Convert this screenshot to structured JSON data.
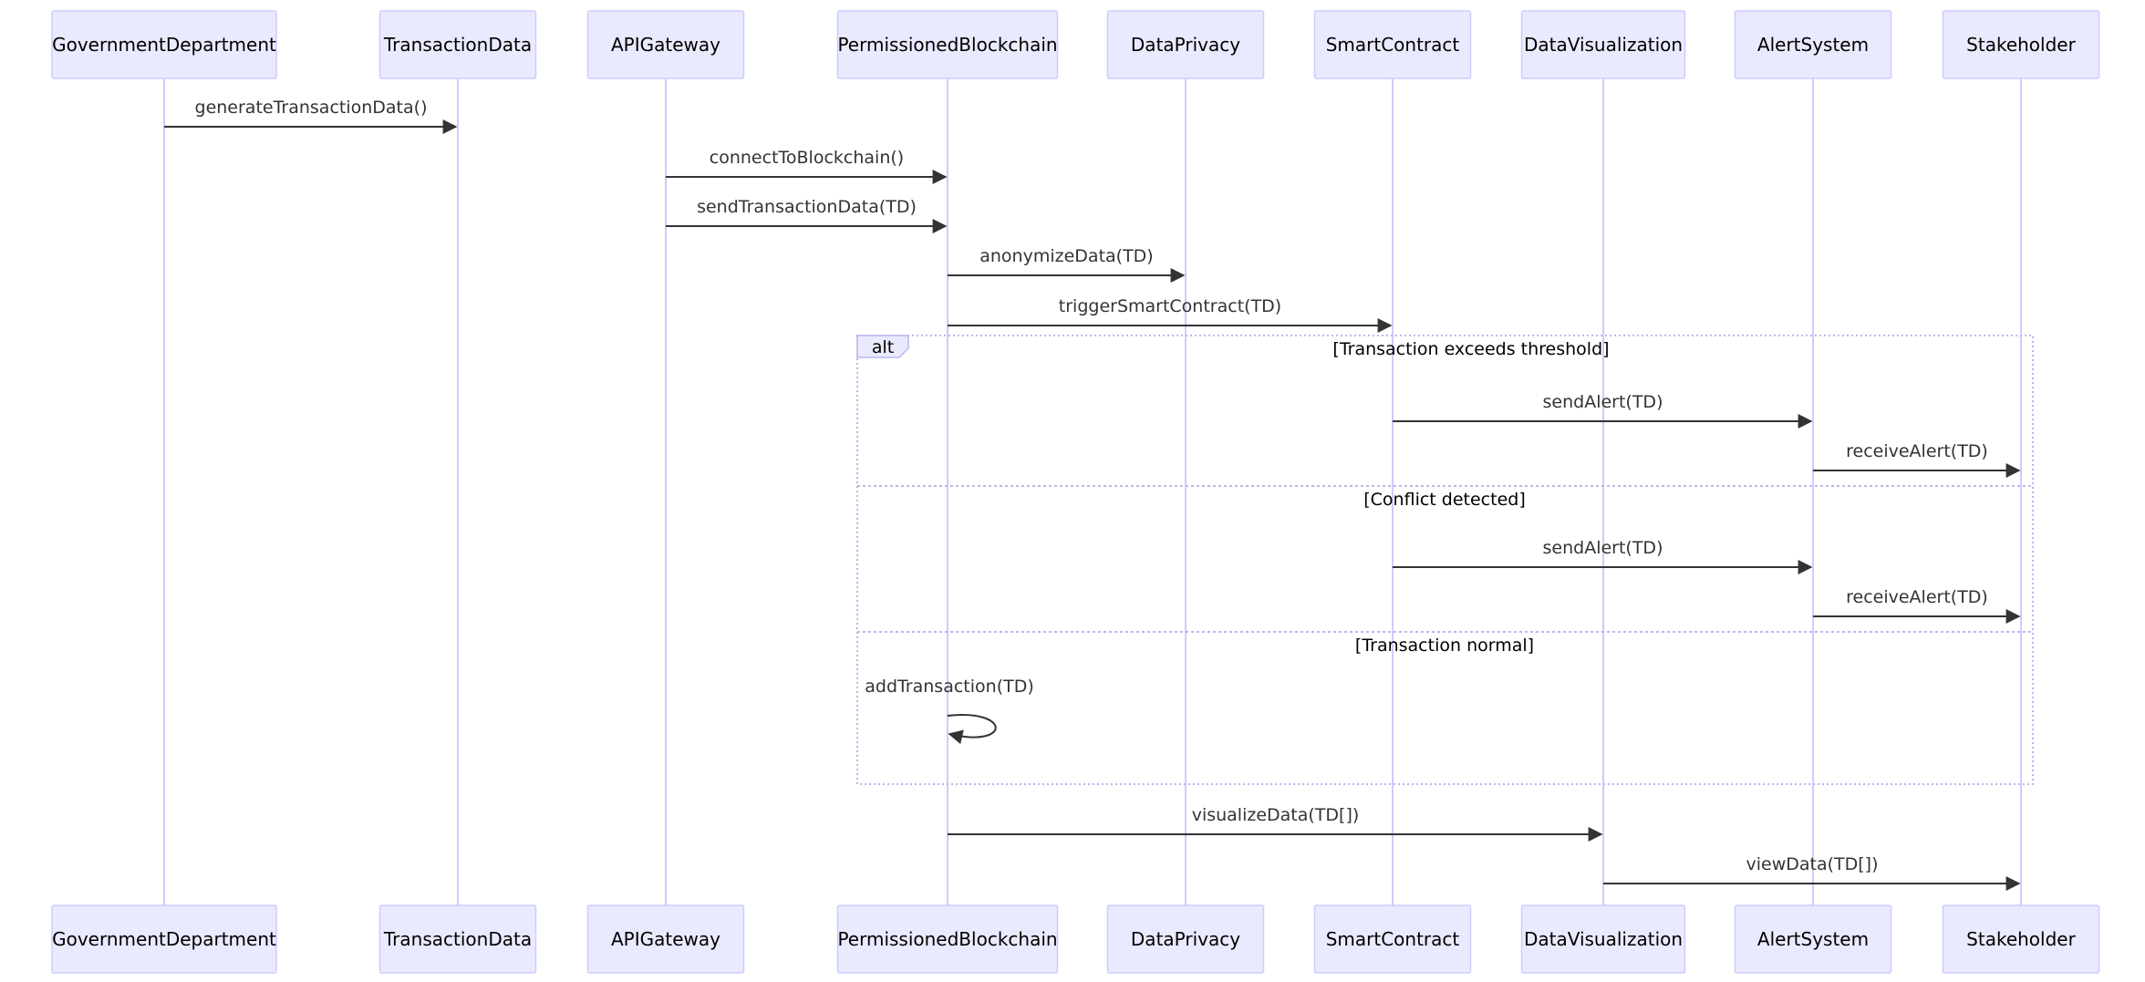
{
  "participants": [
    "GovernmentDepartment",
    "TransactionData",
    "APIGateway",
    "PermissionedBlockchain",
    "DataPrivacy",
    "SmartContract",
    "DataVisualization",
    "AlertSystem",
    "Stakeholder"
  ],
  "messages": [
    {
      "from": "GovernmentDepartment",
      "to": "TransactionData",
      "label": "generateTransactionData()"
    },
    {
      "from": "APIGateway",
      "to": "PermissionedBlockchain",
      "label": "connectToBlockchain()"
    },
    {
      "from": "APIGateway",
      "to": "PermissionedBlockchain",
      "label": "sendTransactionData(TD)"
    },
    {
      "from": "PermissionedBlockchain",
      "to": "DataPrivacy",
      "label": "anonymizeData(TD)"
    },
    {
      "from": "PermissionedBlockchain",
      "to": "SmartContract",
      "label": "triggerSmartContract(TD)"
    },
    {
      "from": "SmartContract",
      "to": "AlertSystem",
      "label": "sendAlert(TD)"
    },
    {
      "from": "AlertSystem",
      "to": "Stakeholder",
      "label": "receiveAlert(TD)"
    },
    {
      "from": "SmartContract",
      "to": "AlertSystem",
      "label": "sendAlert(TD)"
    },
    {
      "from": "AlertSystem",
      "to": "Stakeholder",
      "label": "receiveAlert(TD)"
    },
    {
      "from": "PermissionedBlockchain",
      "to": "PermissionedBlockchain",
      "label": "addTransaction(TD)"
    },
    {
      "from": "PermissionedBlockchain",
      "to": "DataVisualization",
      "label": "visualizeData(TD[])"
    },
    {
      "from": "DataVisualization",
      "to": "Stakeholder",
      "label": "viewData(TD[])"
    }
  ],
  "alt_block": {
    "label": "alt",
    "conditions": [
      "[Transaction exceeds threshold]",
      "[Conflict detected]",
      "[Transaction normal]"
    ]
  },
  "colors": {
    "actor_fill": "#eaeaff",
    "actor_border": "#ccccff",
    "line": "#333333"
  }
}
